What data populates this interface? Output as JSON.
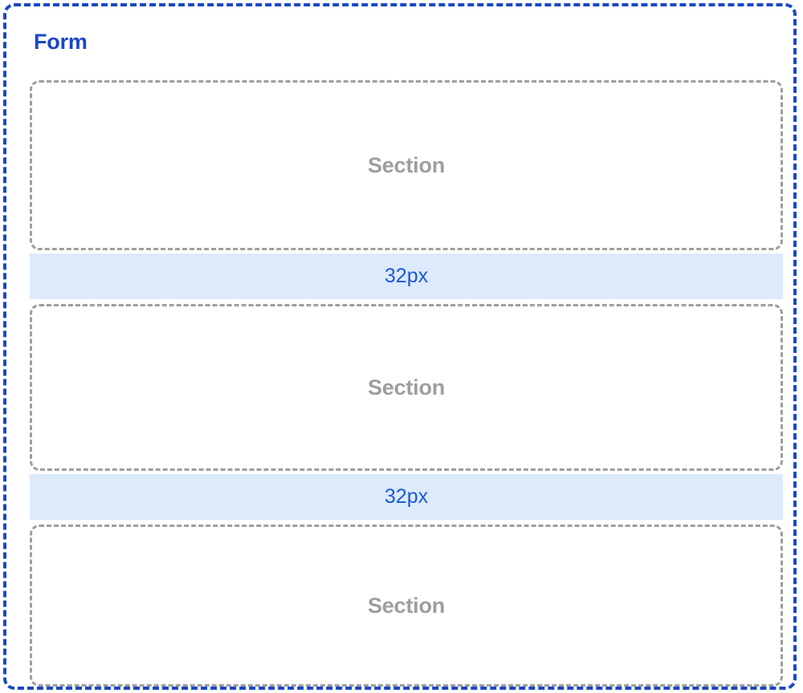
{
  "diagram": {
    "title": "Form",
    "accent_color": "#1a47c4",
    "section_border_color": "#9e9e9e",
    "spacer_background_color": "#dceafb",
    "spacer_text_color": "#1c58d9",
    "blocks": [
      {
        "type": "section",
        "label": "Section"
      },
      {
        "type": "spacer",
        "label": "32px"
      },
      {
        "type": "section",
        "label": "Section"
      },
      {
        "type": "spacer",
        "label": "32px"
      },
      {
        "type": "section",
        "label": "Section"
      }
    ]
  }
}
